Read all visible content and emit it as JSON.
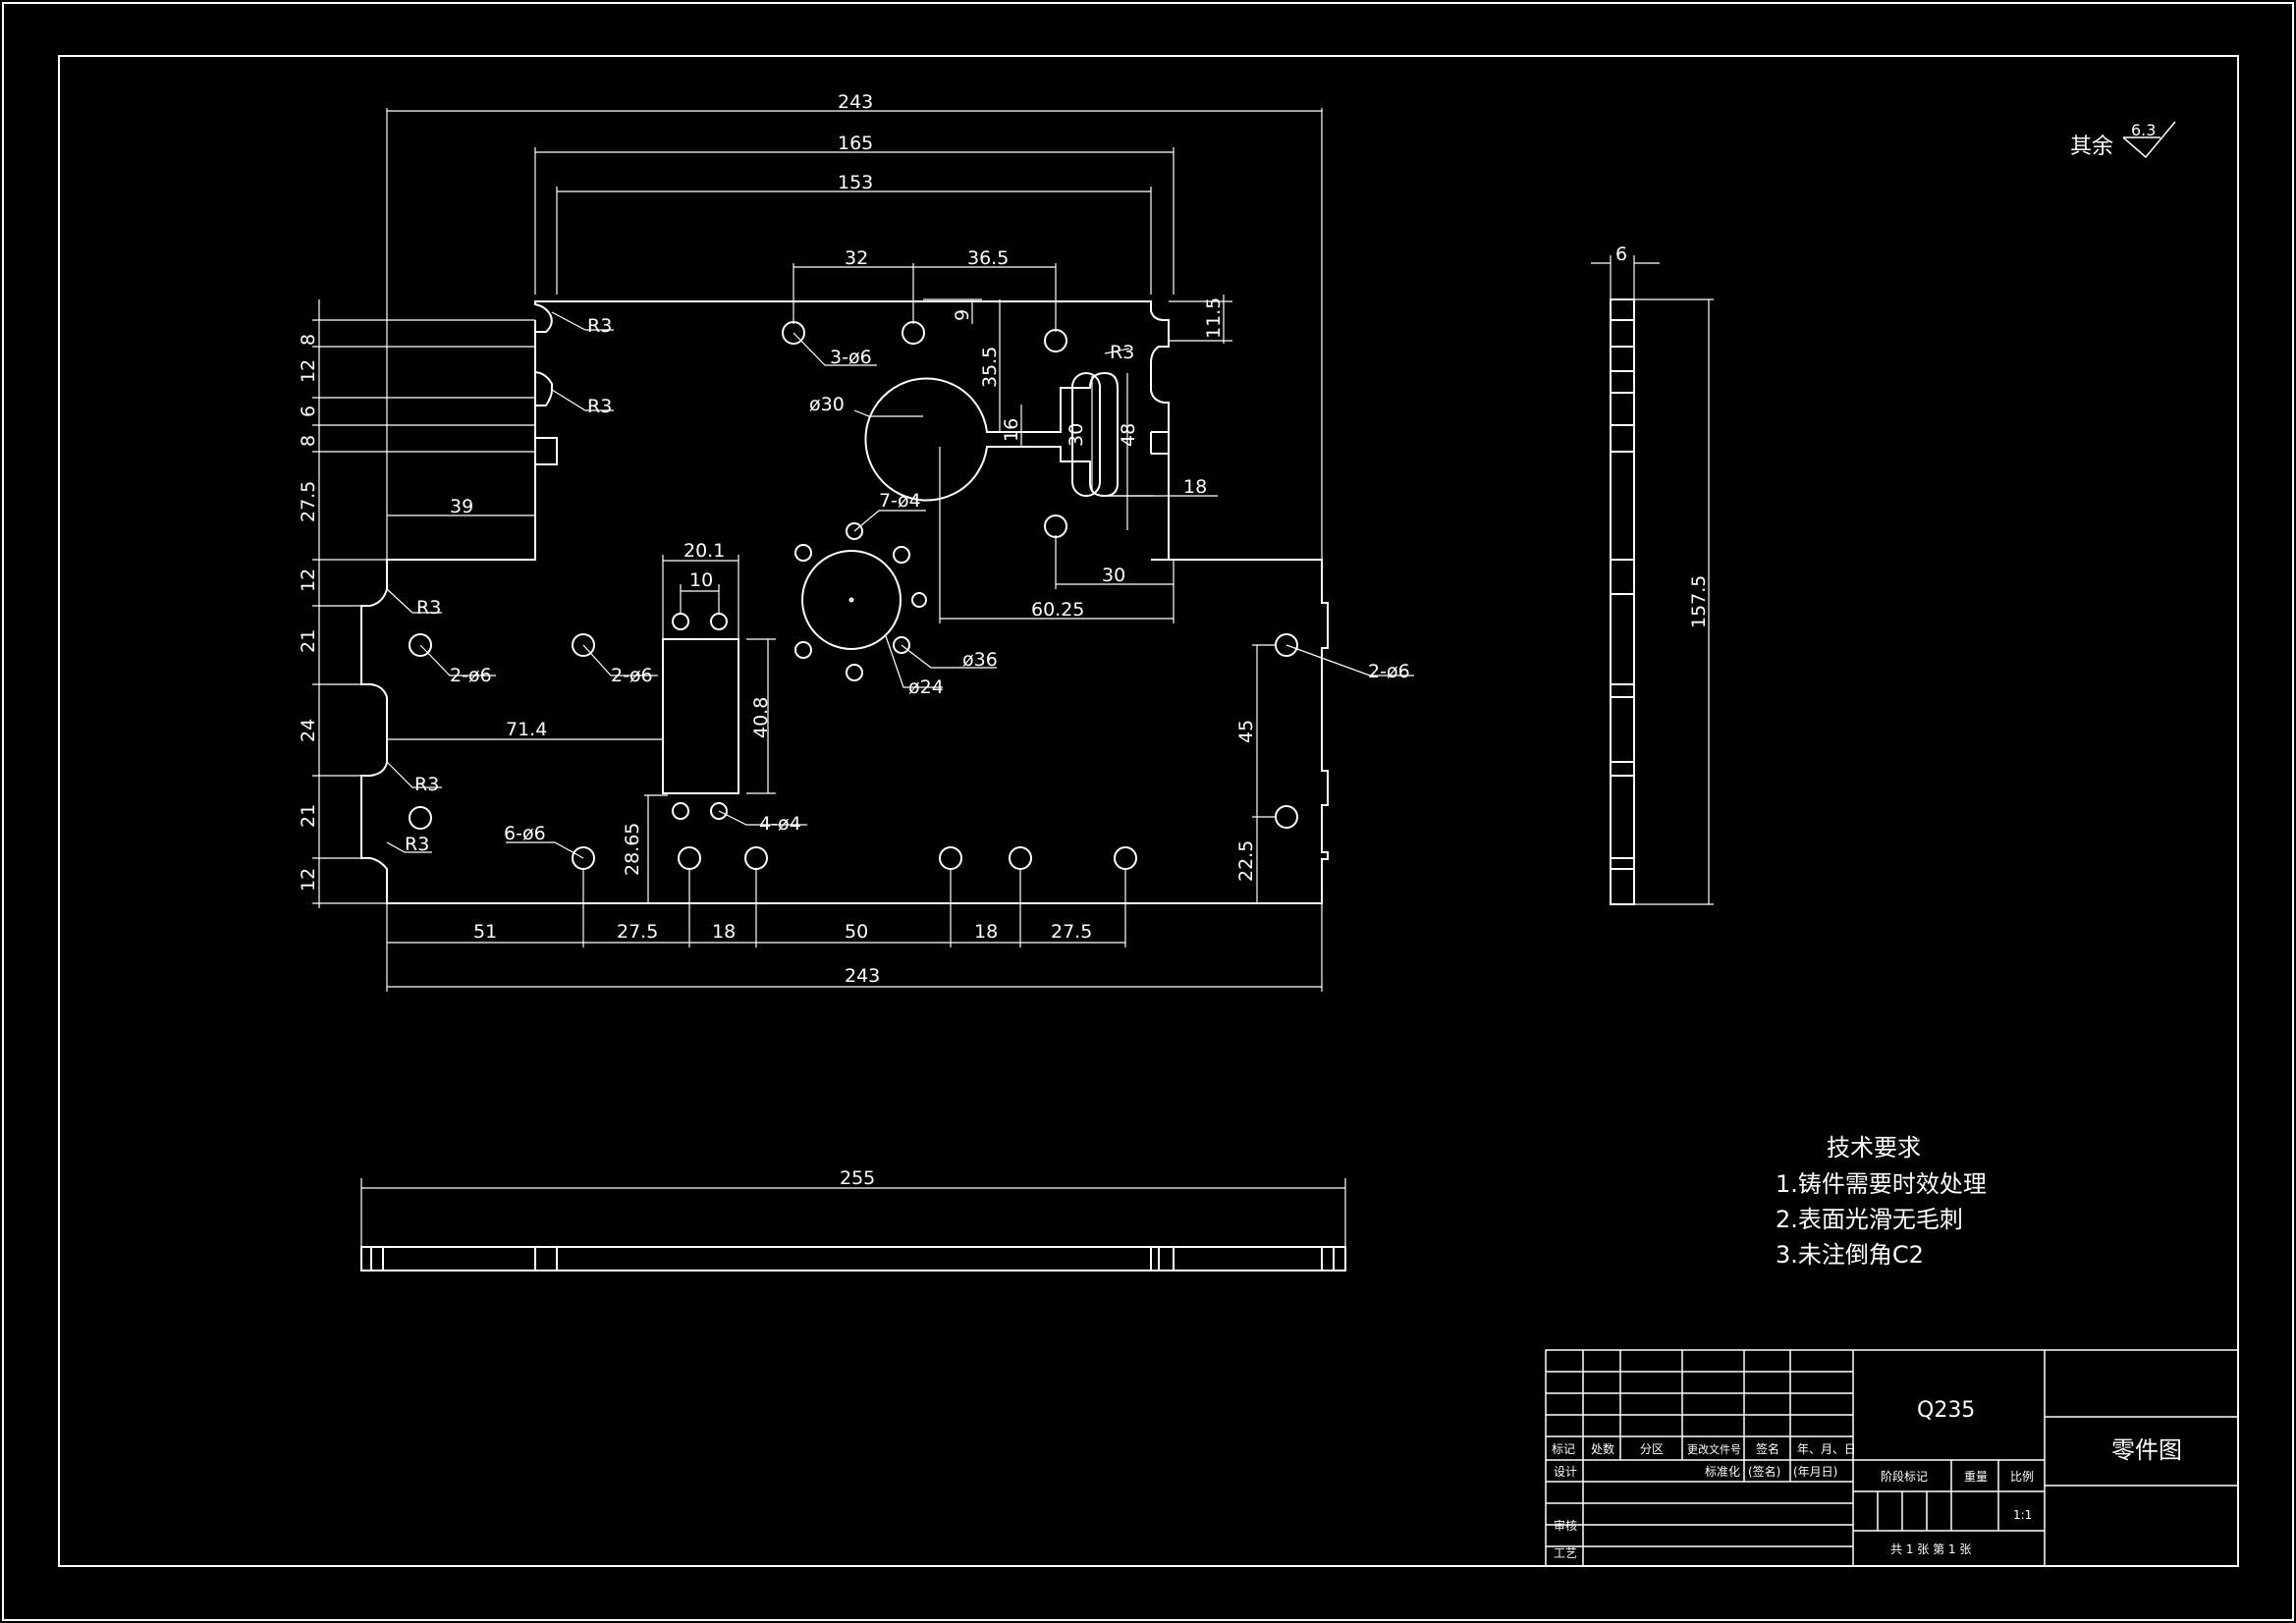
{
  "dimensions": {
    "top_overall": "243",
    "top_165": "165",
    "top_153": "153",
    "hole_32": "32",
    "hole_36_5": "36.5",
    "offset_9": "9",
    "offset_11_5": "11.5",
    "dim_35_5": "35.5",
    "dim_16": "16",
    "slot_30": "30",
    "slot_48": "48",
    "slot_18": "18",
    "hole_30": "30",
    "dim_60_25": "60.25",
    "rect_20_1": "20.1",
    "rect_10": "10",
    "rect_40_8": "40.8",
    "dim_71_4": "71.4",
    "dim_39": "39",
    "left_8": "8",
    "left_12a": "12",
    "left_6": "6",
    "left_8b": "8",
    "left_27_5": "27.5",
    "left_12b": "12",
    "left_21a": "21",
    "left_24": "24",
    "left_21b": "21",
    "left_12c": "12",
    "dim_28_65": "28.65",
    "right_45": "45",
    "right_22_5": "22.5",
    "bottom_51": "51",
    "bottom_27_5a": "27.5",
    "bottom_18a": "18",
    "bottom_50": "50",
    "bottom_18b": "18",
    "bottom_27_5b": "27.5",
    "bottom_overall": "243",
    "side_thickness": "6",
    "side_height": "157.5",
    "front_length": "255"
  },
  "callouts": {
    "r3_a": "R3",
    "r3_b": "R3",
    "r3_c": "R3",
    "r3_d": "R3",
    "r3_e": "R3",
    "r3_slot": "R3",
    "holes_3_d6": "3-ø6",
    "d30": "ø30",
    "holes_7_d4": "7-ø4",
    "d36": "ø36",
    "d24": "ø24",
    "holes_2_d6_a": "2-ø6",
    "holes_2_d6_b": "2-ø6",
    "holes_2_d6_c": "2-ø6",
    "holes_4_d4": "4-ø4",
    "holes_6_d6": "6-ø6"
  },
  "surface_finish": {
    "label": "其余",
    "value": "6.3"
  },
  "tech_requirements": {
    "title": "技术要求",
    "items": [
      "1.铸件需要时效处理",
      "2.表面光滑无毛刺",
      "3.未注倒角C2"
    ]
  },
  "title_block": {
    "material": "Q235",
    "drawing_name": "零件图",
    "headers": [
      "标记",
      "处数",
      "分区",
      "更改文件号",
      "签名",
      "年、月、日"
    ],
    "design_label": "设计",
    "standard_label": "标准化",
    "sign_paren": "(签名)",
    "date_paren": "(年月日)",
    "stage_label": "阶段标记",
    "weight_label": "重量",
    "scale_label": "比例",
    "scale_value": "1:1",
    "review_label": "审核",
    "process_label": "工艺",
    "sheets_text": "共 1 张 第 1 张"
  }
}
